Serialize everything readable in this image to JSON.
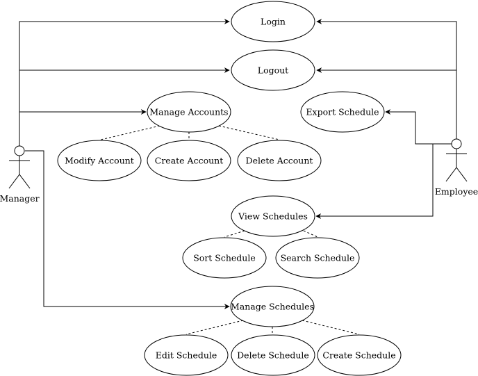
{
  "actors": {
    "manager": "Manager",
    "employee": "Employee"
  },
  "use_cases": {
    "login": "Login",
    "logout": "Logout",
    "manage_accounts": "Manage Accounts",
    "modify_account": "Modify Account",
    "create_account": "Create Account",
    "delete_account": "Delete Account",
    "export_schedule": "Export Schedule",
    "view_schedules": "View Schedules",
    "sort_schedule": "Sort Schedule",
    "search_schedule": "Search Schedule",
    "manage_schedules": "Manage Schedules",
    "edit_schedule": "Edit Schedule",
    "delete_schedule": "Delete Schedule",
    "create_schedule": "Create Schedule"
  },
  "colors": {
    "line": "#000000",
    "background": "#ffffff"
  }
}
